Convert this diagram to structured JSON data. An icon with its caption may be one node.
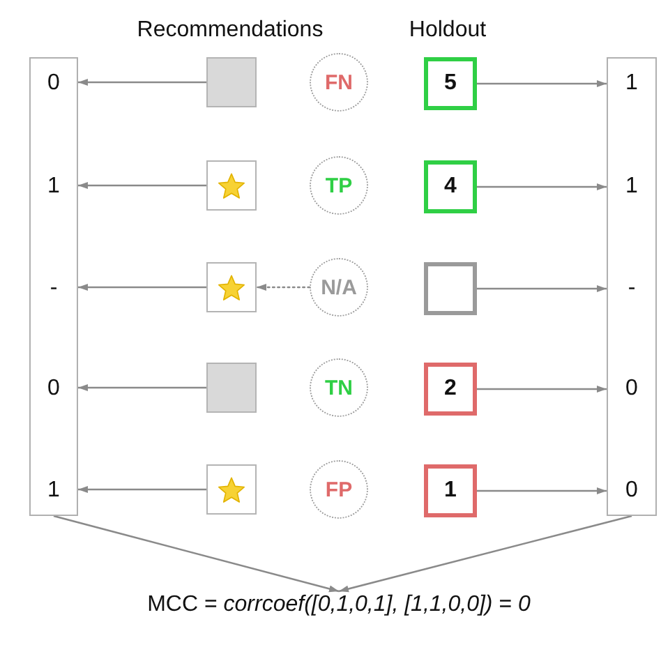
{
  "diagram": {
    "nodes": [
      {
        "text": [
          "0",
          "1",
          "-",
          "0",
          "1"
        ]
      },
      {
        "text": [],
        "shape": "box"
      },
      {
        "text": [
          "FN"
        ]
      },
      {
        "text": [
          "5"
        ]
      },
      {
        "text": [],
        "shape": "star"
      },
      {
        "text": [
          "TP"
        ]
      },
      {
        "text": [
          "4"
        ]
      },
      {
        "text": [],
        "shape": "star"
      },
      {
        "text": [
          "N/A"
        ]
      },
      {
        "text": [],
        "shape": "box"
      },
      {
        "text": [],
        "shape": "box"
      },
      {
        "text": [
          "TN"
        ]
      },
      {
        "text": [
          "2"
        ]
      },
      {
        "text": [],
        "shape": "star"
      },
      {
        "text": [
          "FP"
        ]
      },
      {
        "text": [
          "1"
        ]
      },
      {
        "text": [
          "1",
          "1",
          "-",
          "0",
          "0"
        ]
      },
      {
        "text": [
          "MCC = *corrcoef([0,1,0,1], [1,1,0,0])* = *0*"
        ]
      }
    ],
    "edges": [
      {
        "from": 1,
        "to": 0,
        "arrow": "to"
      },
      {
        "from": 3,
        "to": 16,
        "arrow": "to"
      },
      {
        "from": 4,
        "to": 0,
        "arrow": "to"
      },
      {
        "from": 6,
        "to": 16,
        "arrow": "to"
      },
      {
        "from": 7,
        "to": 0,
        "arrow": "to"
      },
      {
        "from": 8,
        "to": 7,
        "arrow": "to",
        "style": "dashed"
      },
      {
        "from": 9,
        "to": 16,
        "arrow": "to"
      },
      {
        "from": 10,
        "to": 0,
        "arrow": "to"
      },
      {
        "from": 12,
        "to": 16,
        "arrow": "to"
      },
      {
        "from": 13,
        "to": 0,
        "arrow": "to"
      },
      {
        "from": 15,
        "to": 16,
        "arrow": "to"
      },
      {
        "from": 0,
        "to": 17,
        "arrow": "to"
      },
      {
        "from": 16,
        "to": 17,
        "arrow": "to"
      }
    ],
    "labels": [
      "Recommendations",
      "Holdout"
    ]
  }
}
